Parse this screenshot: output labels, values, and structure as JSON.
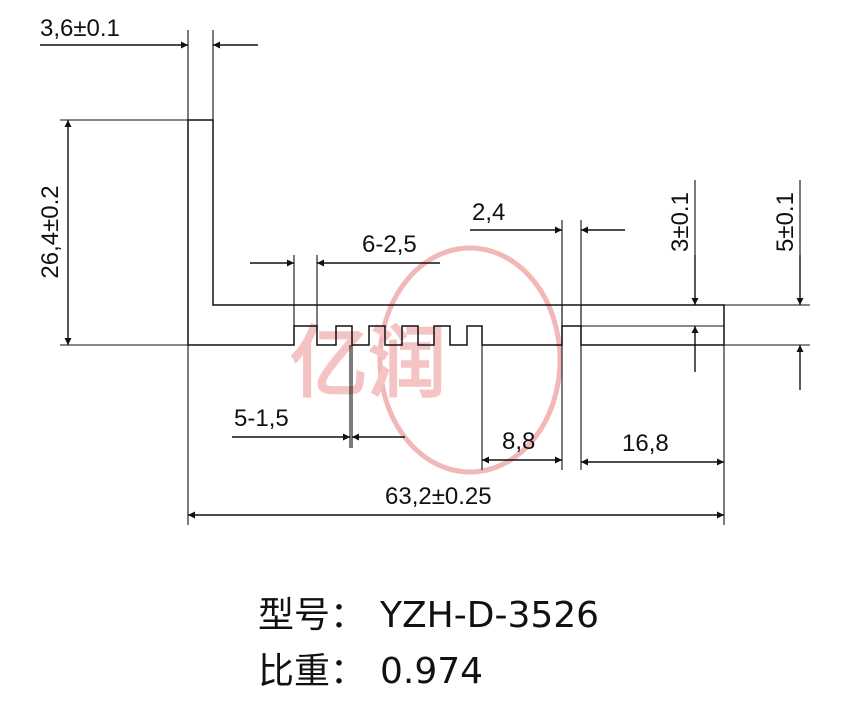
{
  "watermark": {
    "text": "亿润",
    "color": "#f2b8b8"
  },
  "dimensions": {
    "flange_thickness": "3,6±0.1",
    "height": "26,4±0.2",
    "fin_pitch": "6-2,5",
    "slot_top": "2,4",
    "thickness_3": "3±0.1",
    "thickness_5": "5±0.1",
    "fin_width": "5-1,5",
    "slot_offset": "8,8",
    "right_segment": "16,8",
    "total_width": "63,2±0.25"
  },
  "info": {
    "model_label": "型号：",
    "model_value": "YZH-D-3526",
    "weight_label": "比重：",
    "weight_value": "0.974"
  }
}
